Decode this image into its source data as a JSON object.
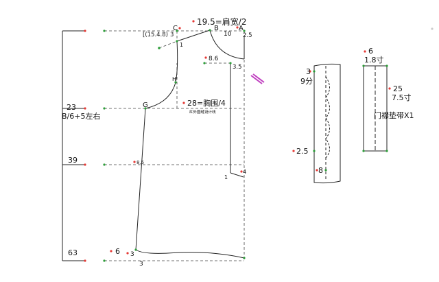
{
  "colors": {
    "outline": "#222222",
    "guide": "#333333",
    "point_red": "#e53935",
    "point_green": "#2e9e3a",
    "marker_purple": "#c040c0",
    "background": "#ffffff"
  },
  "labels": {
    "shoulder": "19.5=肩宽/2",
    "a": "A",
    "c": "C",
    "b": "B",
    "bracket": "[(15.4.8)",
    "three_top": "3",
    "two_five": "2.5",
    "ten": "10",
    "one_top": "1",
    "eight_six": "8.6",
    "three_five": "3.5",
    "h": "H",
    "g": "G",
    "chest": "28=胸围/4",
    "note": "红外圈缝设计线",
    "eight_five": "8.5",
    "four": "4",
    "one_bottom": "1",
    "six_hem": "6",
    "three_hem_a": "3",
    "three_hem_b": "3",
    "dim_23": "23",
    "dim_formula": "B/6+5左右",
    "dim_39": "39",
    "dim_63": "63"
  },
  "strip1": {
    "top": "3",
    "nine": "9分",
    "two_five": "2.5",
    "eight": "8"
  },
  "strip2": {
    "six": "6",
    "one_eight": "1.8寸",
    "twenty_five": "25",
    "seven_five": "7.5寸",
    "title": "门襟垫带X1"
  }
}
